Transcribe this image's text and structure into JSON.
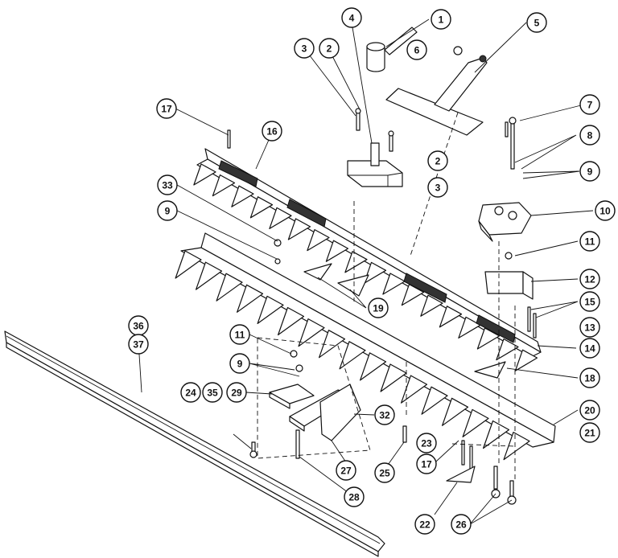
{
  "diagram": {
    "callouts": [
      {
        "id": "c1",
        "label": "1"
      },
      {
        "id": "c2a",
        "label": "2"
      },
      {
        "id": "c2b",
        "label": "2"
      },
      {
        "id": "c3a",
        "label": "3"
      },
      {
        "id": "c3b",
        "label": "3"
      },
      {
        "id": "c4",
        "label": "4"
      },
      {
        "id": "c5",
        "label": "5"
      },
      {
        "id": "c6",
        "label": "6"
      },
      {
        "id": "c7",
        "label": "7"
      },
      {
        "id": "c8",
        "label": "8"
      },
      {
        "id": "c9a",
        "label": "9"
      },
      {
        "id": "c9b",
        "label": "9"
      },
      {
        "id": "c9c",
        "label": "9"
      },
      {
        "id": "c10",
        "label": "10"
      },
      {
        "id": "c11a",
        "label": "11"
      },
      {
        "id": "c11b",
        "label": "11"
      },
      {
        "id": "c12",
        "label": "12"
      },
      {
        "id": "c13",
        "label": "13"
      },
      {
        "id": "c14",
        "label": "14"
      },
      {
        "id": "c15",
        "label": "15"
      },
      {
        "id": "c16",
        "label": "16"
      },
      {
        "id": "c17a",
        "label": "17"
      },
      {
        "id": "c17b",
        "label": "17"
      },
      {
        "id": "c18",
        "label": "18"
      },
      {
        "id": "c19",
        "label": "19"
      },
      {
        "id": "c20",
        "label": "20"
      },
      {
        "id": "c21",
        "label": "21"
      },
      {
        "id": "c22",
        "label": "22"
      },
      {
        "id": "c23",
        "label": "23"
      },
      {
        "id": "c24",
        "label": "24"
      },
      {
        "id": "c25",
        "label": "25"
      },
      {
        "id": "c26",
        "label": "26"
      },
      {
        "id": "c27",
        "label": "27"
      },
      {
        "id": "c28",
        "label": "28"
      },
      {
        "id": "c29",
        "label": "29"
      },
      {
        "id": "c32",
        "label": "32"
      },
      {
        "id": "c33",
        "label": "33"
      },
      {
        "id": "c35",
        "label": "35"
      },
      {
        "id": "c36",
        "label": "36"
      },
      {
        "id": "c37",
        "label": "37"
      }
    ]
  }
}
